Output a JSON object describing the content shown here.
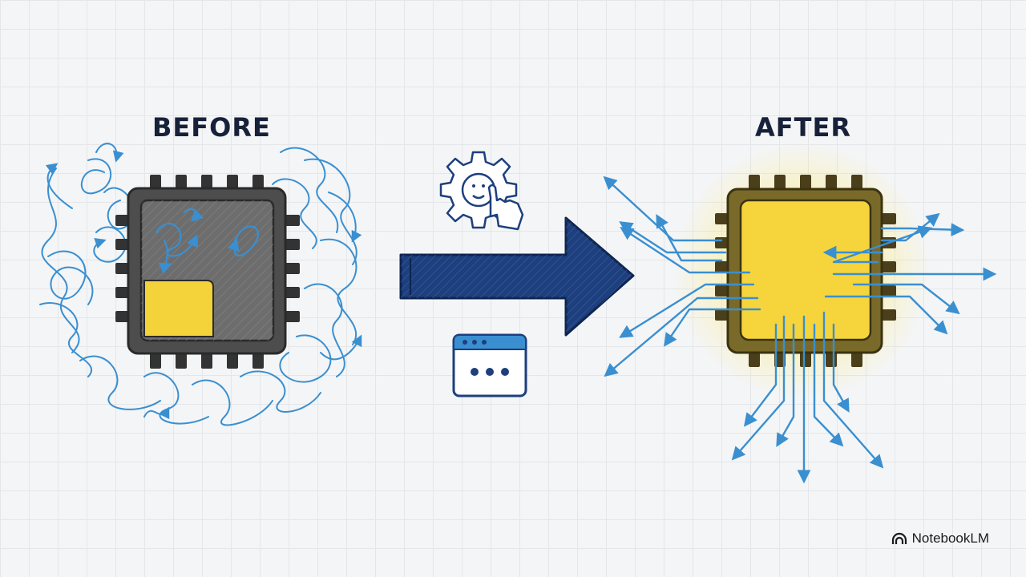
{
  "labels": {
    "before": "BEFORE",
    "after": "AFTER"
  },
  "brand": {
    "name": "NotebookLM",
    "icon": "notebooklm-logo-icon"
  },
  "icons": {
    "settings": "gear-with-hand-icon",
    "window": "browser-window-icon",
    "arrow": "right-arrow-icon"
  },
  "colors": {
    "chip_dark": "#4d4d4d",
    "chip_yellow": "#f6d43c",
    "scribble_blue": "#3a8fd0",
    "arrow_navy": "#1d3f7d",
    "text_dark": "#17213a"
  }
}
